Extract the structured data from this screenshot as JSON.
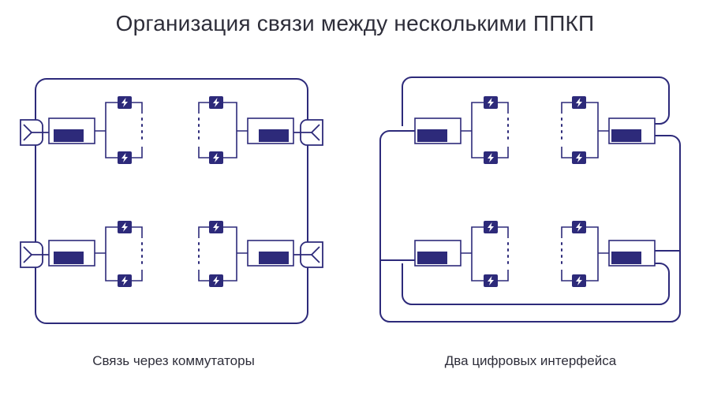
{
  "title": "Организация связи между несколькими ППКП",
  "captions": {
    "left": "Связь через коммутаторы",
    "right": "Два цифровых интерфейса"
  },
  "icons": {
    "panel": "fire-control-panel-icon",
    "module": "lightning-module-icon",
    "switch": "switch-connector-icon"
  },
  "colors": {
    "line": "#2d2a7a",
    "panel_fill": "#2d2a7a",
    "text": "#2e2e3a"
  }
}
